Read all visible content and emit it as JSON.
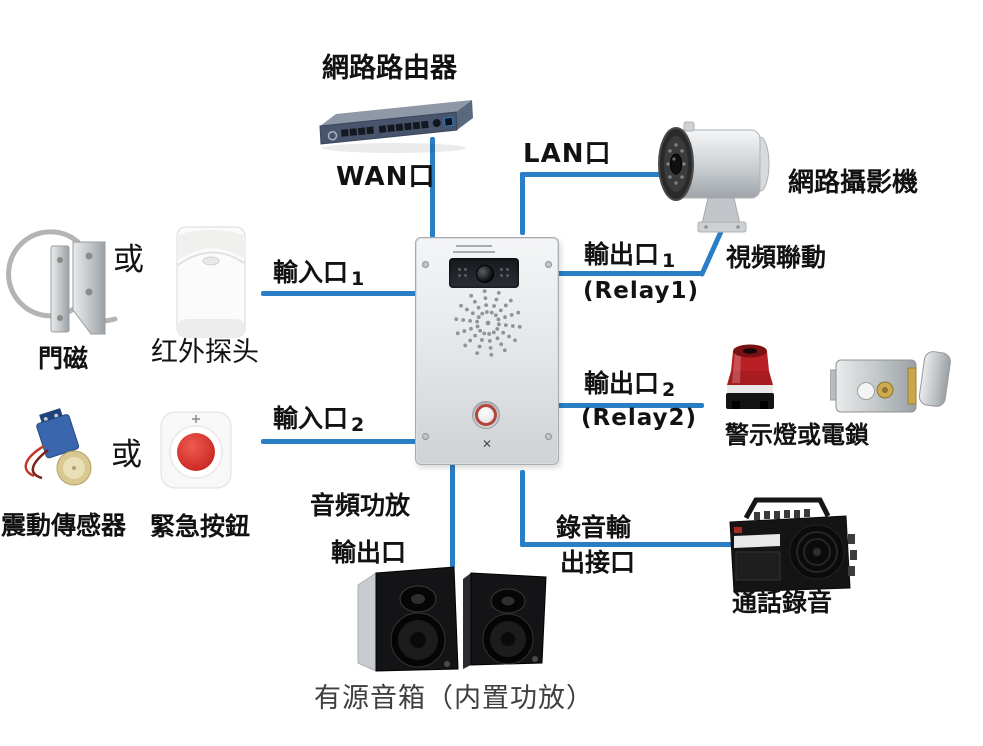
{
  "colors": {
    "connector_blue": "#2a7ec6",
    "label_text": "#121212",
    "caption_gray": "#3f3f3f"
  },
  "ports": {
    "wan": "WAN口",
    "lan": "LAN口",
    "input1": {
      "text": "輸入口",
      "num": "1"
    },
    "input2": {
      "text": "輸入口",
      "num": "2"
    },
    "output1": {
      "text": "輸出口",
      "num": "1",
      "relay": "(Relay1)"
    },
    "output2": {
      "text": "輸出口",
      "num": "2",
      "relay": "(Relay2)"
    },
    "audio_out": {
      "line1": "音頻功放",
      "line2": "輸出口"
    },
    "record_out": {
      "line1": "錄音輸",
      "line2": "出接口"
    }
  },
  "devices": {
    "router": {
      "label": "網路路由器"
    },
    "camera": {
      "label": "網路攝影機",
      "note": "視頻聯動"
    },
    "door_magnet": {
      "label": "門磁"
    },
    "pir_detector": {
      "label": "红外探头"
    },
    "vibration_sensor": {
      "label": "震動傳感器"
    },
    "panic_button": {
      "label": "緊急按鈕"
    },
    "alarm_or_lock": {
      "label": "警示燈或電鎖"
    },
    "speakers": {
      "label": "有源音箱（内置功放）"
    },
    "call_recorder": {
      "label": "通話錄音"
    },
    "intercom": {
      "brand_mark": "✕"
    }
  },
  "separators": {
    "or_top": "或",
    "or_bottom": "或"
  }
}
